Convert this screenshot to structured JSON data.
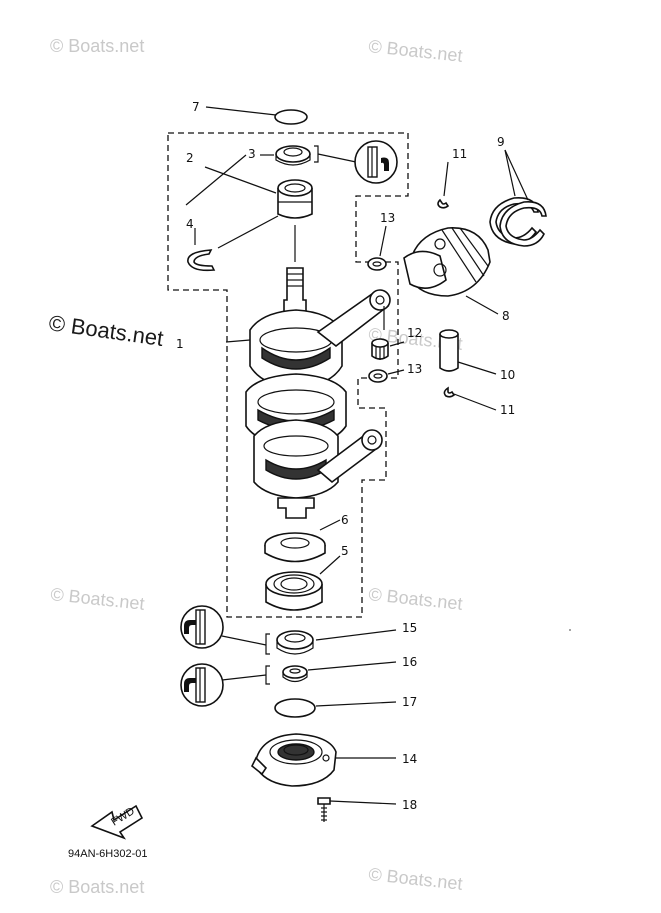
{
  "watermark": {
    "text": "© Boats.net"
  },
  "diagram_code": "94AN-6H302-01",
  "fwd_label": "FWD",
  "callouts": [
    "1",
    "2",
    "3",
    "4",
    "5",
    "6",
    "7",
    "8",
    "9",
    "10",
    "11",
    "11",
    "12",
    "13",
    "13",
    "14",
    "15",
    "16",
    "17",
    "18"
  ]
}
